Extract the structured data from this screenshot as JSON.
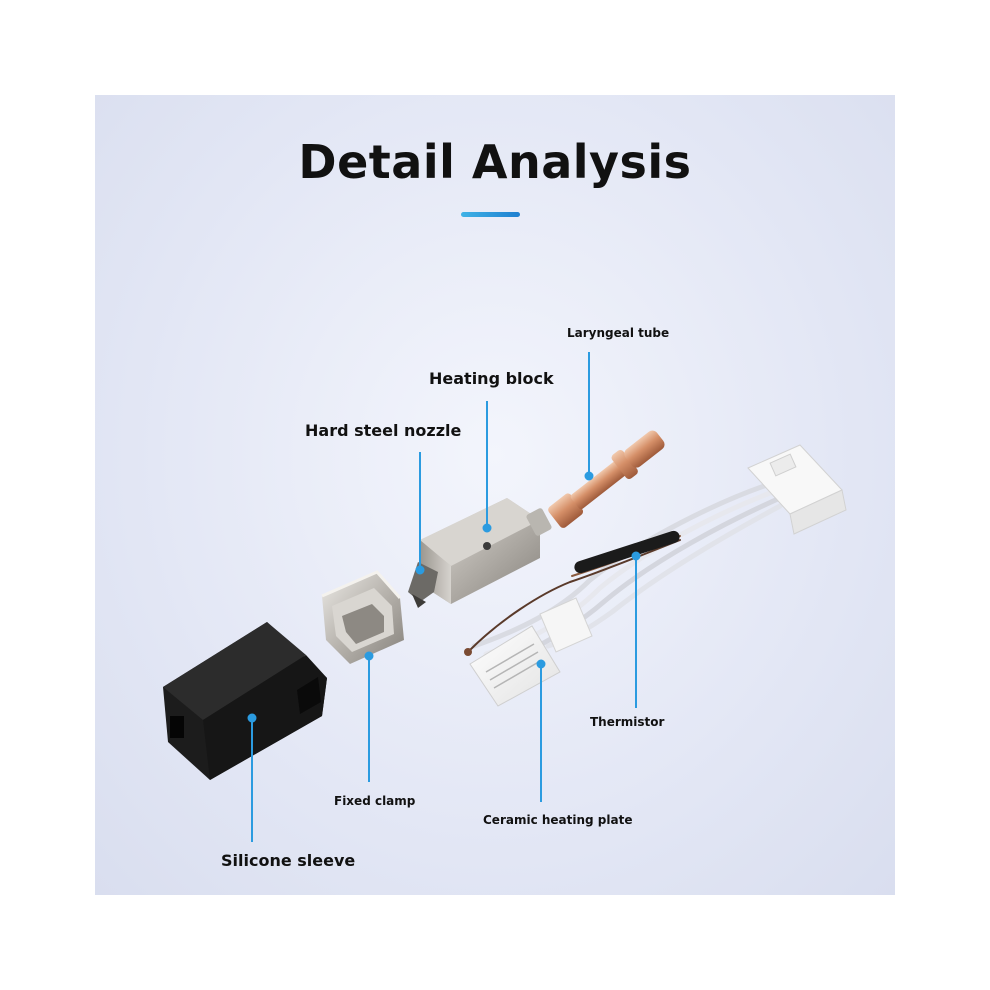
{
  "title": "Detail Analysis",
  "colors": {
    "accent_bar": "#2b95dc",
    "leader_line": "#2b9be0",
    "panel_bg": "#e3e7f5"
  },
  "labels": {
    "laryngeal_tube": "Laryngeal tube",
    "heating_block": "Heating block",
    "hard_steel_nozzle": "Hard steel nozzle",
    "thermistor": "Thermistor",
    "fixed_clamp": "Fixed clamp",
    "ceramic_heating_plate": "Ceramic heating plate",
    "silicone_sleeve": "Silicone sleeve"
  }
}
